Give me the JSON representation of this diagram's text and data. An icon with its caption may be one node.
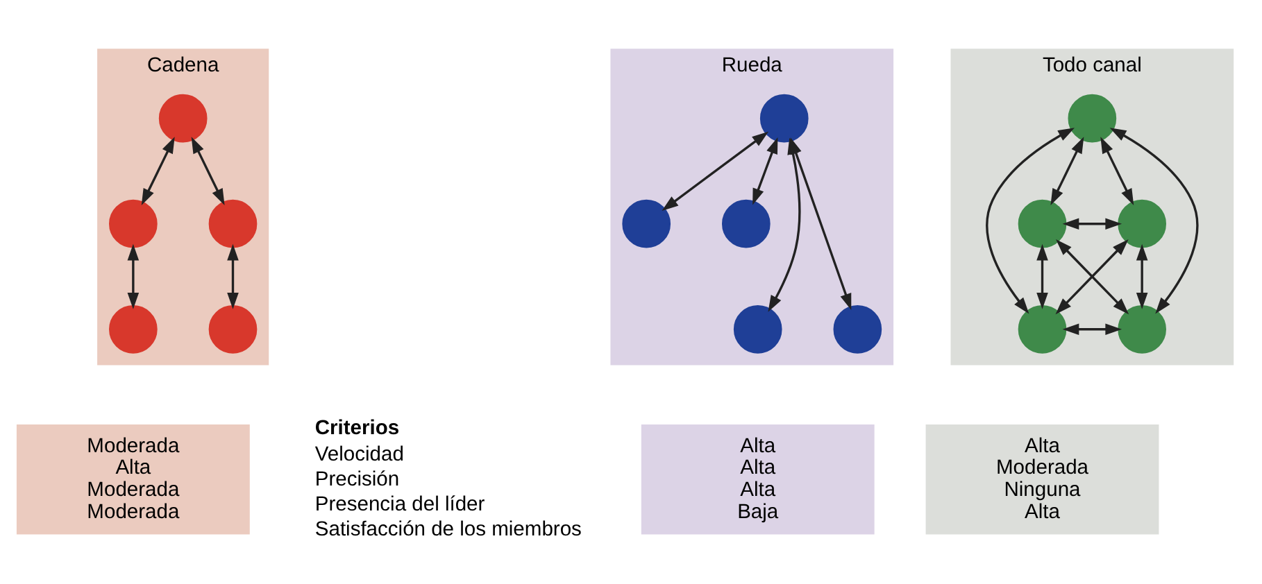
{
  "diagram": {
    "nodes": [
      {
        "text": [
          "Cadena"
        ]
      },
      {
        "text": [],
        "shape": "circle",
        "in": 0
      },
      {
        "text": [],
        "shape": "circle",
        "in": 0
      },
      {
        "text": [],
        "shape": "circle",
        "in": 0
      },
      {
        "text": [],
        "shape": "circle",
        "in": 0
      },
      {
        "text": [],
        "shape": "circle",
        "in": 0
      },
      {
        "text": [
          "Rueda"
        ]
      },
      {
        "text": [],
        "shape": "circle",
        "in": 6
      },
      {
        "text": [],
        "shape": "circle",
        "in": 6
      },
      {
        "text": [],
        "shape": "circle",
        "in": 6
      },
      {
        "text": [],
        "shape": "circle",
        "in": 6
      },
      {
        "text": [],
        "shape": "circle",
        "in": 6
      },
      {
        "text": [
          "Todo canal"
        ]
      },
      {
        "text": [],
        "shape": "circle",
        "in": 12
      },
      {
        "text": [],
        "shape": "circle",
        "in": 12
      },
      {
        "text": [],
        "shape": "circle",
        "in": 12
      },
      {
        "text": [],
        "shape": "circle",
        "in": 12
      },
      {
        "text": [],
        "shape": "circle",
        "in": 12
      },
      {
        "text": [
          "Moderada",
          "Alta",
          "Moderada",
          "Moderada"
        ]
      },
      {
        "text": [
          "Alta",
          "Alta",
          "Alta",
          "Baja"
        ]
      },
      {
        "text": [
          "Alta",
          "Moderada",
          "Ninguna",
          "Alta"
        ]
      }
    ],
    "edges": [
      {
        "from": 1,
        "to": 2,
        "arrow": "both"
      },
      {
        "from": 1,
        "to": 3,
        "arrow": "both"
      },
      {
        "from": 2,
        "to": 4,
        "arrow": "both"
      },
      {
        "from": 3,
        "to": 5,
        "arrow": "both"
      },
      {
        "from": 7,
        "to": 8,
        "arrow": "both"
      },
      {
        "from": 7,
        "to": 9,
        "arrow": "both"
      },
      {
        "from": 7,
        "to": 10,
        "arrow": "both"
      },
      {
        "from": 7,
        "to": 11,
        "arrow": "both"
      },
      {
        "from": 13,
        "to": 14,
        "arrow": "both"
      },
      {
        "from": 13,
        "to": 15,
        "arrow": "both"
      },
      {
        "from": 13,
        "to": 16,
        "arrow": "both"
      },
      {
        "from": 13,
        "to": 17,
        "arrow": "both"
      },
      {
        "from": 14,
        "to": 15,
        "arrow": "both"
      },
      {
        "from": 14,
        "to": 16,
        "arrow": "both"
      },
      {
        "from": 14,
        "to": 17,
        "arrow": "both"
      },
      {
        "from": 15,
        "to": 16,
        "arrow": "both"
      },
      {
        "from": 15,
        "to": 17,
        "arrow": "both"
      },
      {
        "from": 16,
        "to": 17,
        "arrow": "both"
      }
    ],
    "labels": [
      "Criterios",
      "Velocidad",
      "Precisión",
      "Presencia del líder",
      "Satisfacción de los miembros"
    ]
  }
}
